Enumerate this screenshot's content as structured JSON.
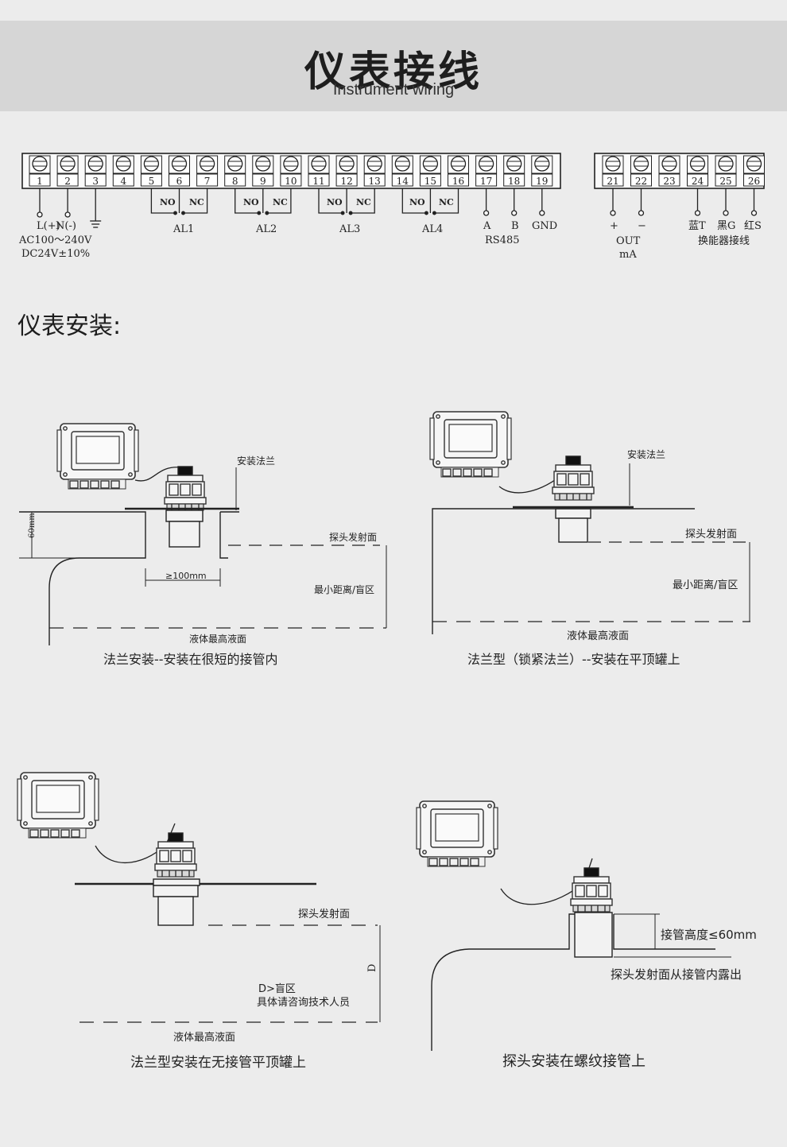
{
  "header": {
    "title": "仪表接线",
    "subtitle": "Instrument wiring"
  },
  "section": {
    "title": "仪表安装:"
  },
  "wiring": {
    "block1_terminals": [
      "1",
      "2",
      "3",
      "4",
      "5",
      "6",
      "7",
      "8",
      "9",
      "10",
      "11",
      "12",
      "13",
      "14",
      "15",
      "16",
      "17",
      "18",
      "19"
    ],
    "block2_terminals": [
      "21",
      "22",
      "23",
      "24",
      "25",
      "26"
    ],
    "relays": [
      {
        "no": "NO",
        "nc": "NC",
        "label": "AL1"
      },
      {
        "no": "NO",
        "nc": "NC",
        "label": "AL2"
      },
      {
        "no": "NO",
        "nc": "NC",
        "label": "AL3"
      },
      {
        "no": "NO",
        "nc": "NC",
        "label": "AL4"
      }
    ],
    "power": {
      "l": "L(+)",
      "n": "N(-)",
      "ac": "AC100～240V",
      "dc": "DC24V±10%"
    },
    "rs485": {
      "a": "A",
      "b": "B",
      "gnd": "GND",
      "label": "RS485"
    },
    "output": {
      "plus": "+",
      "minus": "−",
      "label1": "OUT",
      "label2": "mA"
    },
    "transducer": {
      "blue": "蓝T",
      "black": "黑G",
      "red": "红S",
      "label": "换能器接线"
    }
  },
  "install": {
    "d1": {
      "flange": "安装法兰",
      "height": "60mm",
      "face": "探头发射面",
      "width": "≥100mm",
      "blind": "最小距离/盲区",
      "level": "液体最高液面",
      "caption": "法兰安装--安装在很短的接管内"
    },
    "d2": {
      "flange": "安装法兰",
      "face": "探头发射面",
      "blind": "最小距离/盲区",
      "level": "液体最高液面",
      "caption": "法兰型（锁紧法兰）--安装在平顶罐上"
    },
    "d3": {
      "face": "探头发射面",
      "d": "D",
      "note1": "D>盲区",
      "note2": "具体请咨询技术人员",
      "level": "液体最高液面",
      "caption": "法兰型安装在无接管平顶罐上"
    },
    "d4": {
      "height": "接管高度≤60mm",
      "note": "探头发射面从接管内露出",
      "caption": "探头安装在螺纹接管上"
    }
  }
}
